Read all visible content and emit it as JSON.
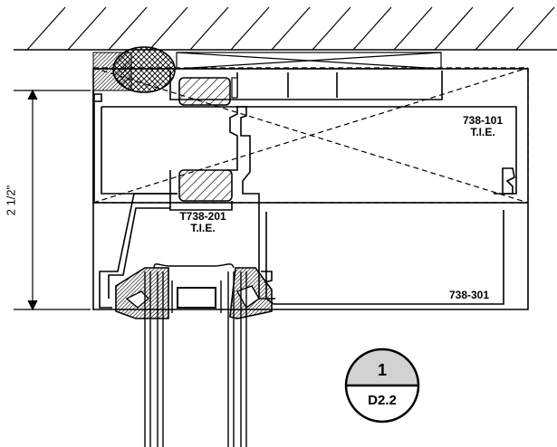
{
  "labels": {
    "part_a": "738-101",
    "part_a_note": "T.I.E.",
    "part_b": "T738-201",
    "part_b_note": "T.I.E.",
    "part_c": "738-301",
    "dimension": "2 1/2\""
  },
  "detail_bubble": {
    "number": "1",
    "sheet": "D2.2"
  }
}
